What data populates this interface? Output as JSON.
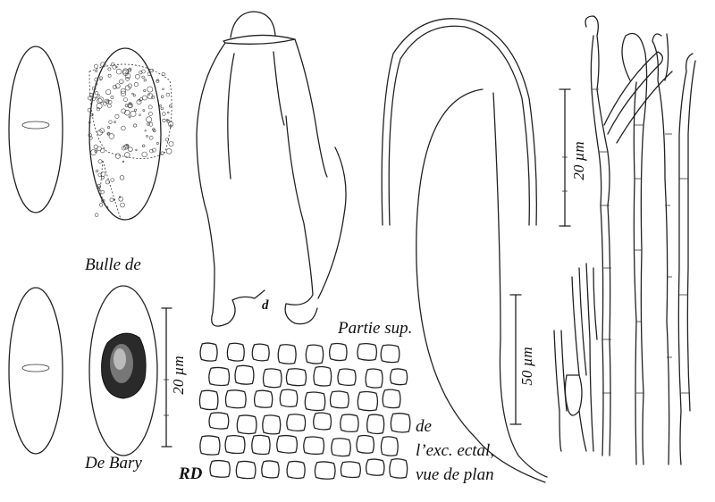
{
  "labels": {
    "bulle_de": "Bulle de",
    "de_bary": "De Bary",
    "rd": "RD",
    "d": "d",
    "partie_sup": "Partie sup.",
    "de": "de",
    "exc_ectal": "l’exc. ectal,",
    "vue_de_plan": "vue de plan"
  },
  "scale_bars": {
    "spores": "20 µm",
    "hairs": "20 µm",
    "paraphyses": "50 µm"
  },
  "colors": {
    "ink": "#222222",
    "background": "#ffffff",
    "debary_bubble": "#2a2a2a"
  }
}
